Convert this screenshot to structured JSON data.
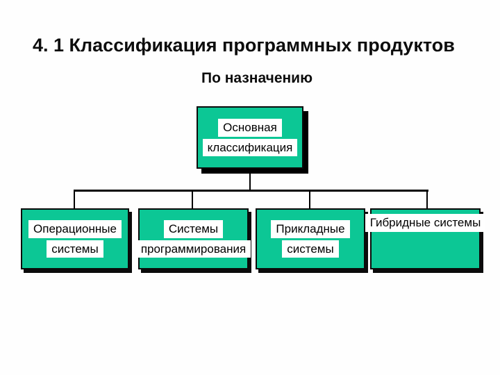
{
  "slide": {
    "title": "4. 1 Классификация программных продуктов",
    "subtitle": "По назначению"
  },
  "diagram": {
    "type": "org-chart",
    "root": {
      "lines": [
        "Основная",
        "классификация"
      ]
    },
    "children": [
      {
        "lines": [
          "Операционные",
          "системы"
        ]
      },
      {
        "lines": [
          "Системы",
          "программирования"
        ]
      },
      {
        "lines": [
          "Прикладные",
          "системы"
        ]
      },
      {
        "lines": [
          "Гибридные системы"
        ]
      }
    ],
    "colors": {
      "box_fill": "#0CC795",
      "box_border": "#0A0A0A",
      "box_shadow": "#000000",
      "text": "#000000",
      "text_highlight": "#FFFFFF",
      "connector": "#000000",
      "background": "#FEFEFE",
      "title_text": "#0D0D0D"
    }
  }
}
